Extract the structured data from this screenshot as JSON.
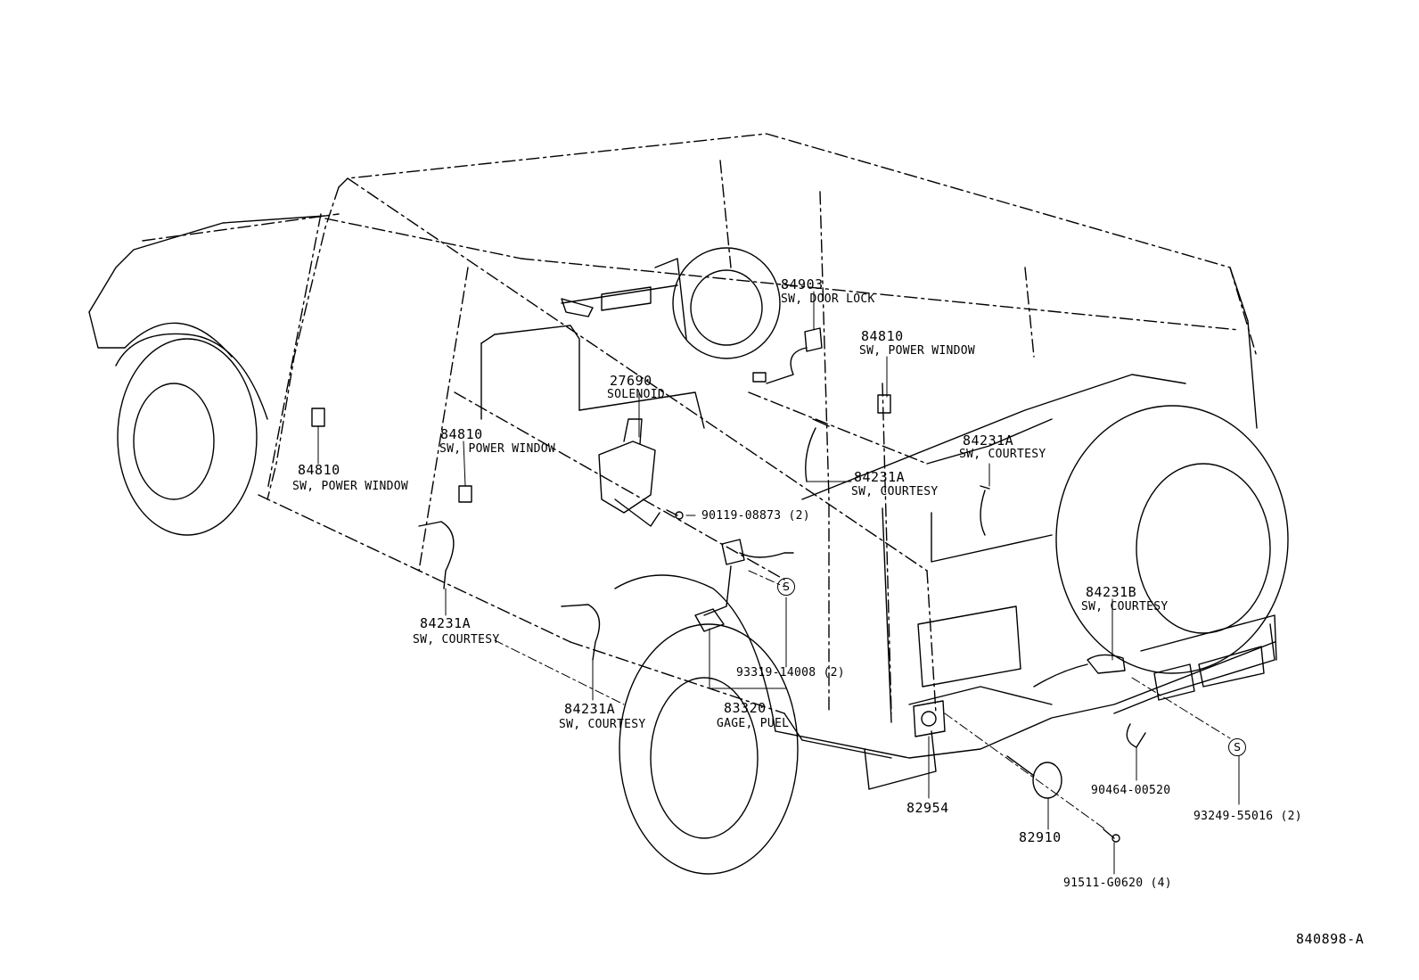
{
  "callouts": {
    "door_lock_switch": {
      "number": "84903",
      "description": "SW, DOOR LOCK"
    },
    "power_window_switch_rear_right": {
      "number": "84810",
      "description": "SW, POWER WINDOW"
    },
    "solenoid": {
      "number": "27690",
      "description": "SOLENOID"
    },
    "power_window_switch_center": {
      "number": "84810",
      "description": "SW, POWER WINDOW"
    },
    "power_window_switch_front": {
      "number": "84810",
      "description": "SW, POWER WINDOW"
    },
    "courtesy_switch_rear_door": {
      "number": "84231A",
      "description": "SW, COURTESY"
    },
    "courtesy_switch_center": {
      "number": "84231A",
      "description": "SW, COURTESY"
    },
    "courtesy_switch_front_left": {
      "number": "84231A",
      "description": "SW, COURTESY"
    },
    "courtesy_switch_front_right": {
      "number": "84231A",
      "description": "SW, COURTESY"
    },
    "courtesy_switch_back_door": {
      "number": "84231B",
      "description": "SW, COURTESY"
    },
    "fuel_gage": {
      "number": "83320",
      "description": "GAGE, PUEL"
    },
    "bolt_solenoid": {
      "ref": "90119-08873 (2)"
    },
    "screw_fuel_gage": {
      "ref": "93319-14008 (2)"
    },
    "clamp": {
      "ref": "90464-00520"
    },
    "screw_back": {
      "ref": "93249-55016 (2)"
    },
    "bracket": {
      "number": "82954"
    },
    "connector": {
      "number": "82910"
    },
    "screw_connector": {
      "ref": "91511-G0620 (4)"
    }
  },
  "symbols": {
    "screw_mark": "S"
  },
  "figure_id": "840898-A"
}
